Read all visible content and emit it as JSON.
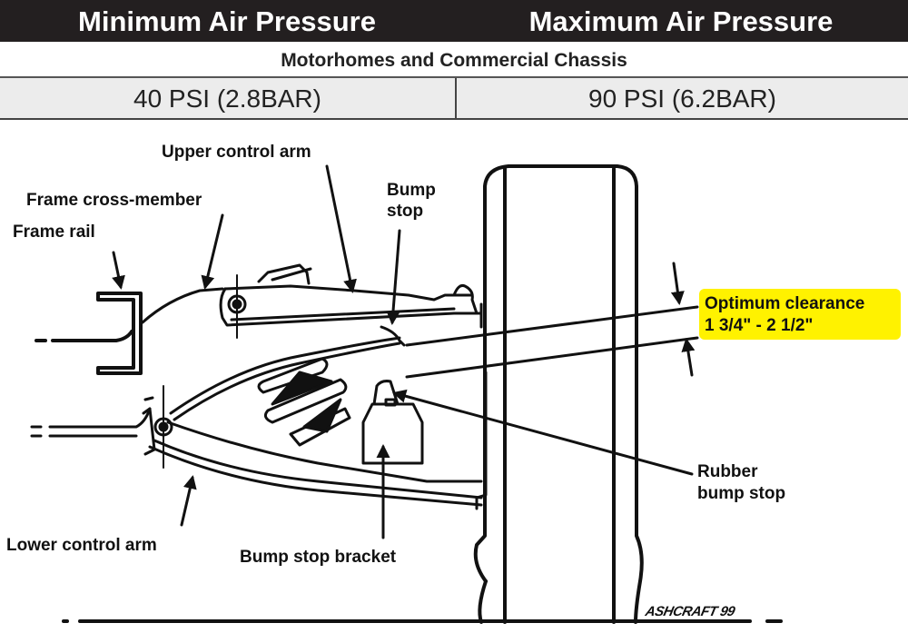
{
  "table": {
    "headers": [
      "Minimum Air Pressure",
      "Maximum Air Pressure"
    ],
    "category": "Motorhomes and Commercial Chassis",
    "values": [
      "40 PSI (2.8BAR)",
      "90 PSI (6.2BAR)"
    ],
    "header_bg": "#231f20",
    "value_bg": "#ececec"
  },
  "diagram": {
    "labels": {
      "upper_control_arm": "Upper control arm",
      "frame_cross_member": "Frame cross-member",
      "frame_rail": "Frame rail",
      "bump_stop_line1": "Bump",
      "bump_stop_line2": "stop",
      "optimum_line1": "Optimum clearance",
      "optimum_line2": "1 3/4\"  - 2 1/2\"",
      "rubber_line1": "Rubber",
      "rubber_line2": "bump stop",
      "lower_control_arm": "Lower control arm",
      "bump_stop_bracket": "Bump stop bracket",
      "signature": "ASHCRAFT 99"
    },
    "highlight_color": "#fff200"
  }
}
